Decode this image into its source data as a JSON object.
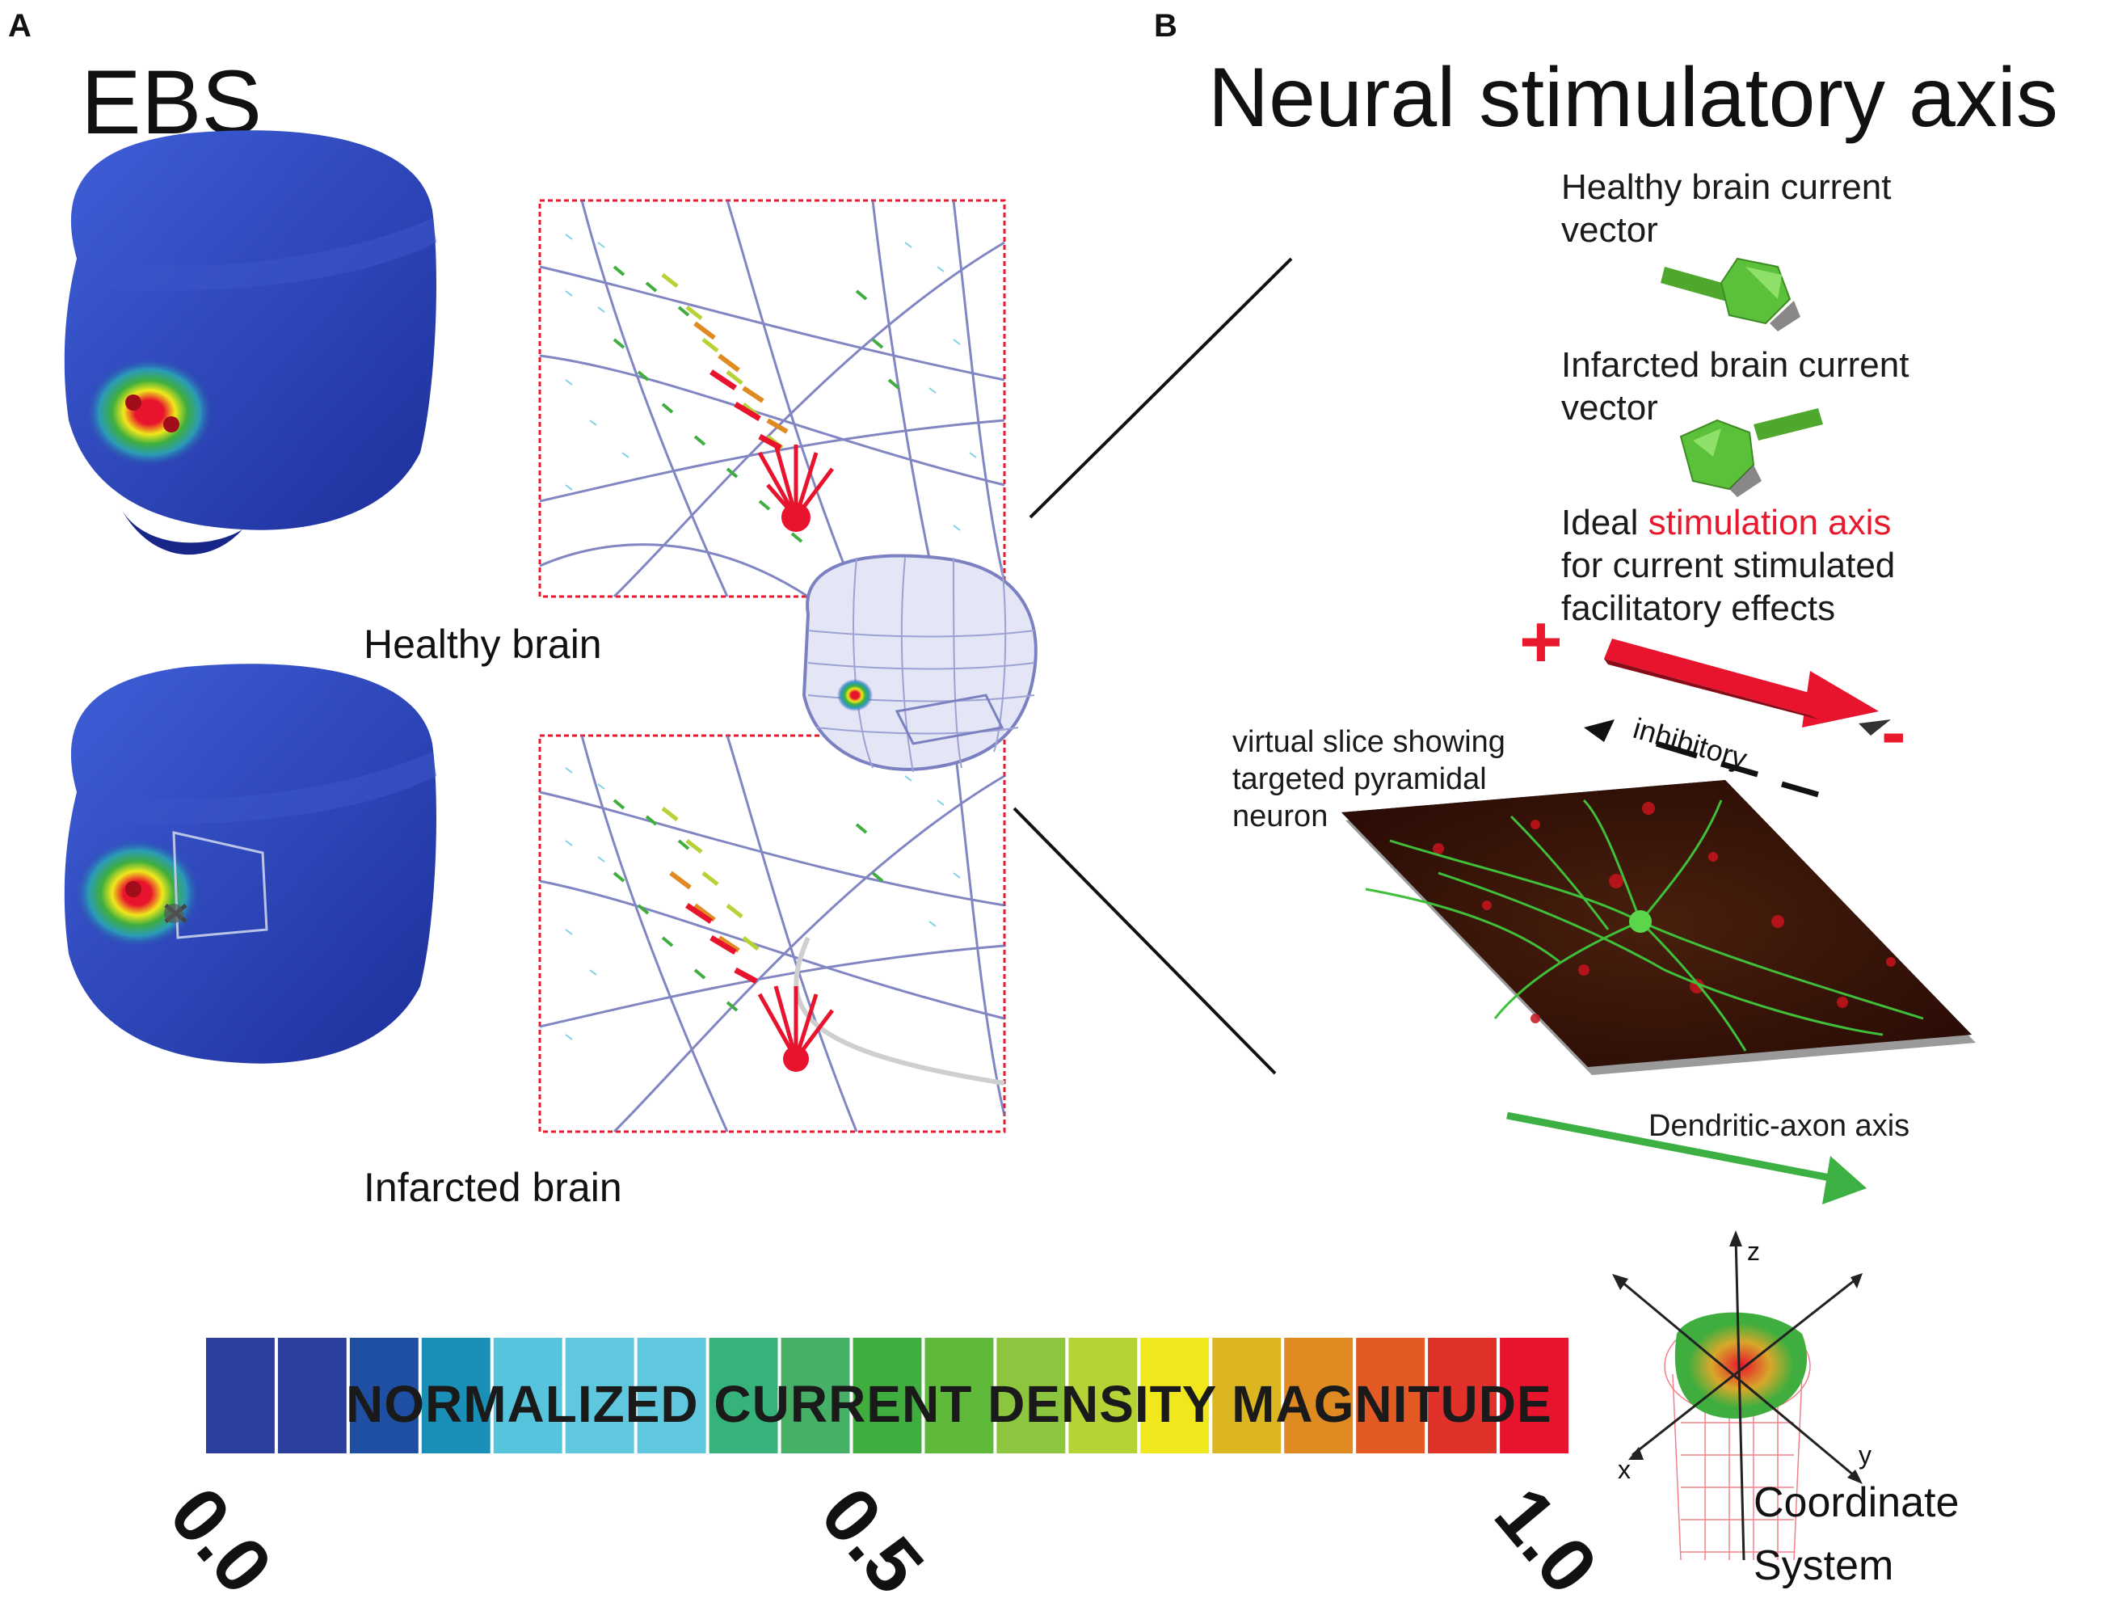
{
  "panel_a": {
    "letter": "A",
    "title": "EBS",
    "healthy_label": "Healthy brain",
    "infarcted_label": "Infarcted brain"
  },
  "panel_b": {
    "letter": "B",
    "title": "Neural stimulatory axis",
    "healthy_vector_line1": "Healthy brain current",
    "healthy_vector_line2": "vector",
    "infarcted_vector_line1": "Infarcted brain current",
    "infarcted_vector_line2": "vector",
    "ideal_prefix": "Ideal ",
    "ideal_highlight": "stimulation axis",
    "ideal_line2": "for current stimulated",
    "ideal_line3": "facilitatory effects",
    "plus_sign": "+",
    "minus_sign": "-",
    "inhibitory_label": "inhibitory",
    "slice_line1": "virtual slice showing",
    "slice_line2": "targeted pyramidal",
    "slice_line3": "neuron",
    "dendritic_label": "Dendritic-axon axis",
    "coord_line1": "Coordinate",
    "coord_line2": "System",
    "axis_z": "z",
    "axis_x": "x",
    "axis_y": "y"
  },
  "colorbar": {
    "title": "NORMALIZED CURRENT DENSITY MAGNITUDE",
    "tick_min": "0.0",
    "tick_mid": "0.5",
    "tick_max": "1.0",
    "colors": [
      "#2b3f9c",
      "#2b3f9c",
      "#1f4fa3",
      "#1a90b8",
      "#56c4dc",
      "#5fc7de",
      "#5fc7de",
      "#36b37a",
      "#47b067",
      "#3fae3e",
      "#5fb93b",
      "#8cc63f",
      "#b5d334",
      "#f0e81c",
      "#dcb621",
      "#e08a22",
      "#e35a24",
      "#e0312a",
      "#e8132c"
    ],
    "accent_red": "#e8192c",
    "accent_green": "#3cb043"
  }
}
